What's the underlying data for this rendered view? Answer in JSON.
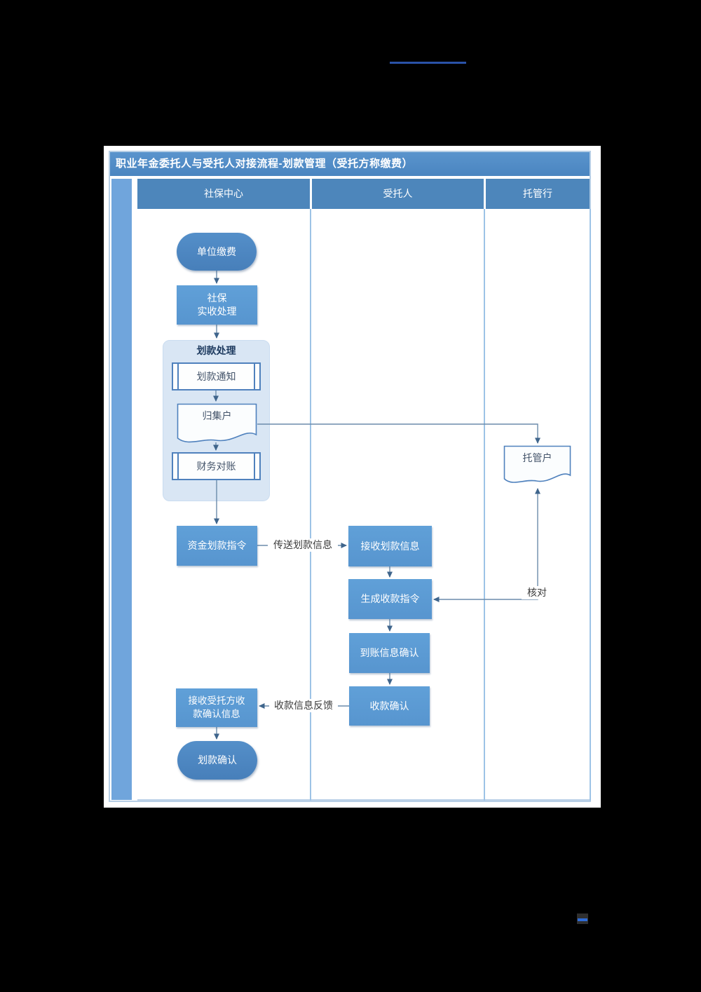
{
  "decor": {
    "top_line_color": "#2a52a8",
    "bottom_icon_dash_color": "#2e6bd6"
  },
  "flowchart": {
    "title": "职业年金委托人与受托人对接流程-划款管理（受托方称缴费）",
    "lanes": [
      "社保中心",
      "受托人",
      "托管行"
    ],
    "group_label": "划款处理",
    "nodes": {
      "start": "单位缴费",
      "social_receipt": "社保\n实收处理",
      "transfer_notice": "划款通知",
      "collection_account": "归集户",
      "finance_reconciliation": "财务对账",
      "fund_transfer_instruction": "资金划款指令",
      "receive_transfer_info": "接收划款信息",
      "generate_receipt_instruction": "生成收款指令",
      "arrival_info_confirm": "到账信息确认",
      "receipt_confirm": "收款确认",
      "receive_trustee_confirm": "接收受托方收\n款确认信息",
      "transfer_confirm": "划款确认",
      "custody_account": "托管户"
    },
    "edge_labels": {
      "send_transfer_info": "传送划款信息",
      "receipt_feedback": "收款信息反馈",
      "check": "核对"
    },
    "colors": {
      "title_bar": "#4e88c2",
      "lane_header": "#4d86bb",
      "phase_strip": "#70a5dc",
      "process_fill": "#5b9bd5",
      "terminator_fill": "#4d89c4",
      "group_fill": "#d9e6f4",
      "shape_border": "#4f81bd",
      "connector_line": "#6b8cab",
      "arrowhead": "#3f658c",
      "frame_border": "#b7cfe6"
    }
  }
}
